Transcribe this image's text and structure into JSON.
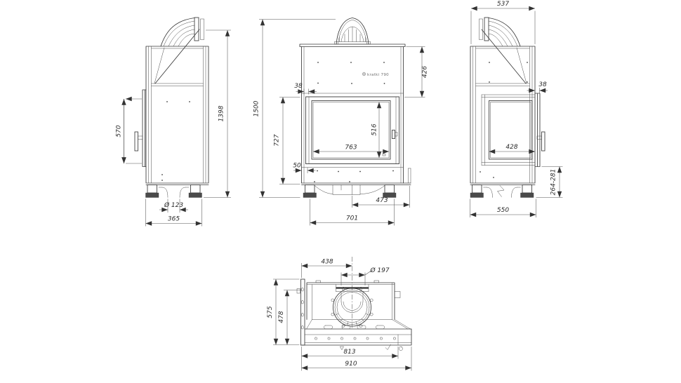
{
  "brand": {
    "logo_text": "kratki 790"
  },
  "views": {
    "side_left": {
      "dims": {
        "door_glass_height": "570",
        "body_height": "1398",
        "air_inlet_diameter": "Ø 123",
        "feet_spacing": "365"
      }
    },
    "front": {
      "dims": {
        "total_height": "1500",
        "firebox_section_height": "727",
        "top_frame_offset": "38",
        "upper_section_height": "426",
        "glass_width": "763",
        "glass_height": "516",
        "bottom_frame_offset": "50",
        "base_center_to_side": "473",
        "body_width": "701"
      }
    },
    "side_right": {
      "dims": {
        "total_depth": "537",
        "front_frame_offset": "38",
        "side_glass_width": "428",
        "base_height_adjustable": "264-281",
        "base_depth": "550"
      }
    },
    "top": {
      "dims": {
        "flue_axis_offset": "438",
        "flue_diameter": "Ø 197",
        "total_depth": "575",
        "body_depth": "478",
        "body_width": "813",
        "total_width": "910"
      }
    }
  }
}
